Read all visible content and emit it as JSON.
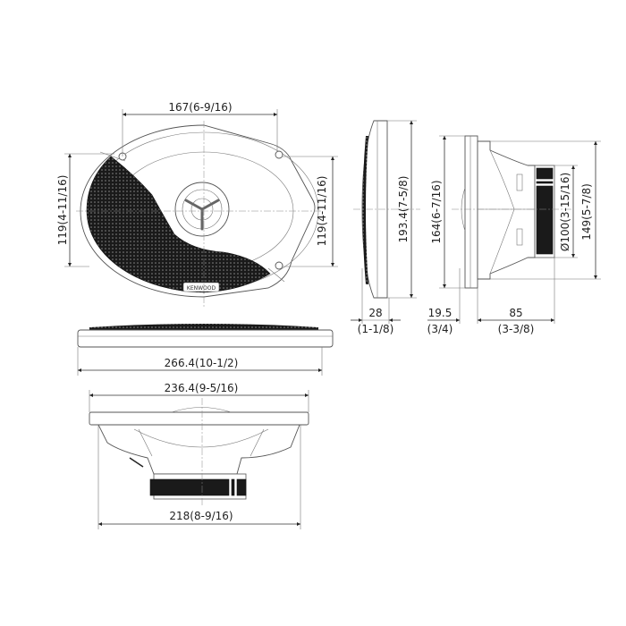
{
  "brand": "KENWOOD",
  "dimensions": {
    "top_width": "167(6-9/16)",
    "left_height": "119(4-11/16)",
    "right_height": "119(4-11/16)",
    "grille_height": "193.4(7-5/8)",
    "grille_depth_mm": "28",
    "grille_depth_in": "(1-1/8)",
    "mount_height": "164(6-7/16)",
    "magnet_diameter": "Ø100(3-15/16)",
    "basket_height": "149(5-7/8)",
    "flange_depth_mm": "19.5",
    "flange_depth_in": "(3/4)",
    "mount_depth_mm": "85",
    "mount_depth_in": "(3-3/8)",
    "overall_width": "266.4(10-1/2)",
    "flange_width": "236.4(9-5/16)",
    "basket_width": "218(8-9/16)"
  },
  "colors": {
    "line": "#333333",
    "grille": "#1a1a1a"
  }
}
